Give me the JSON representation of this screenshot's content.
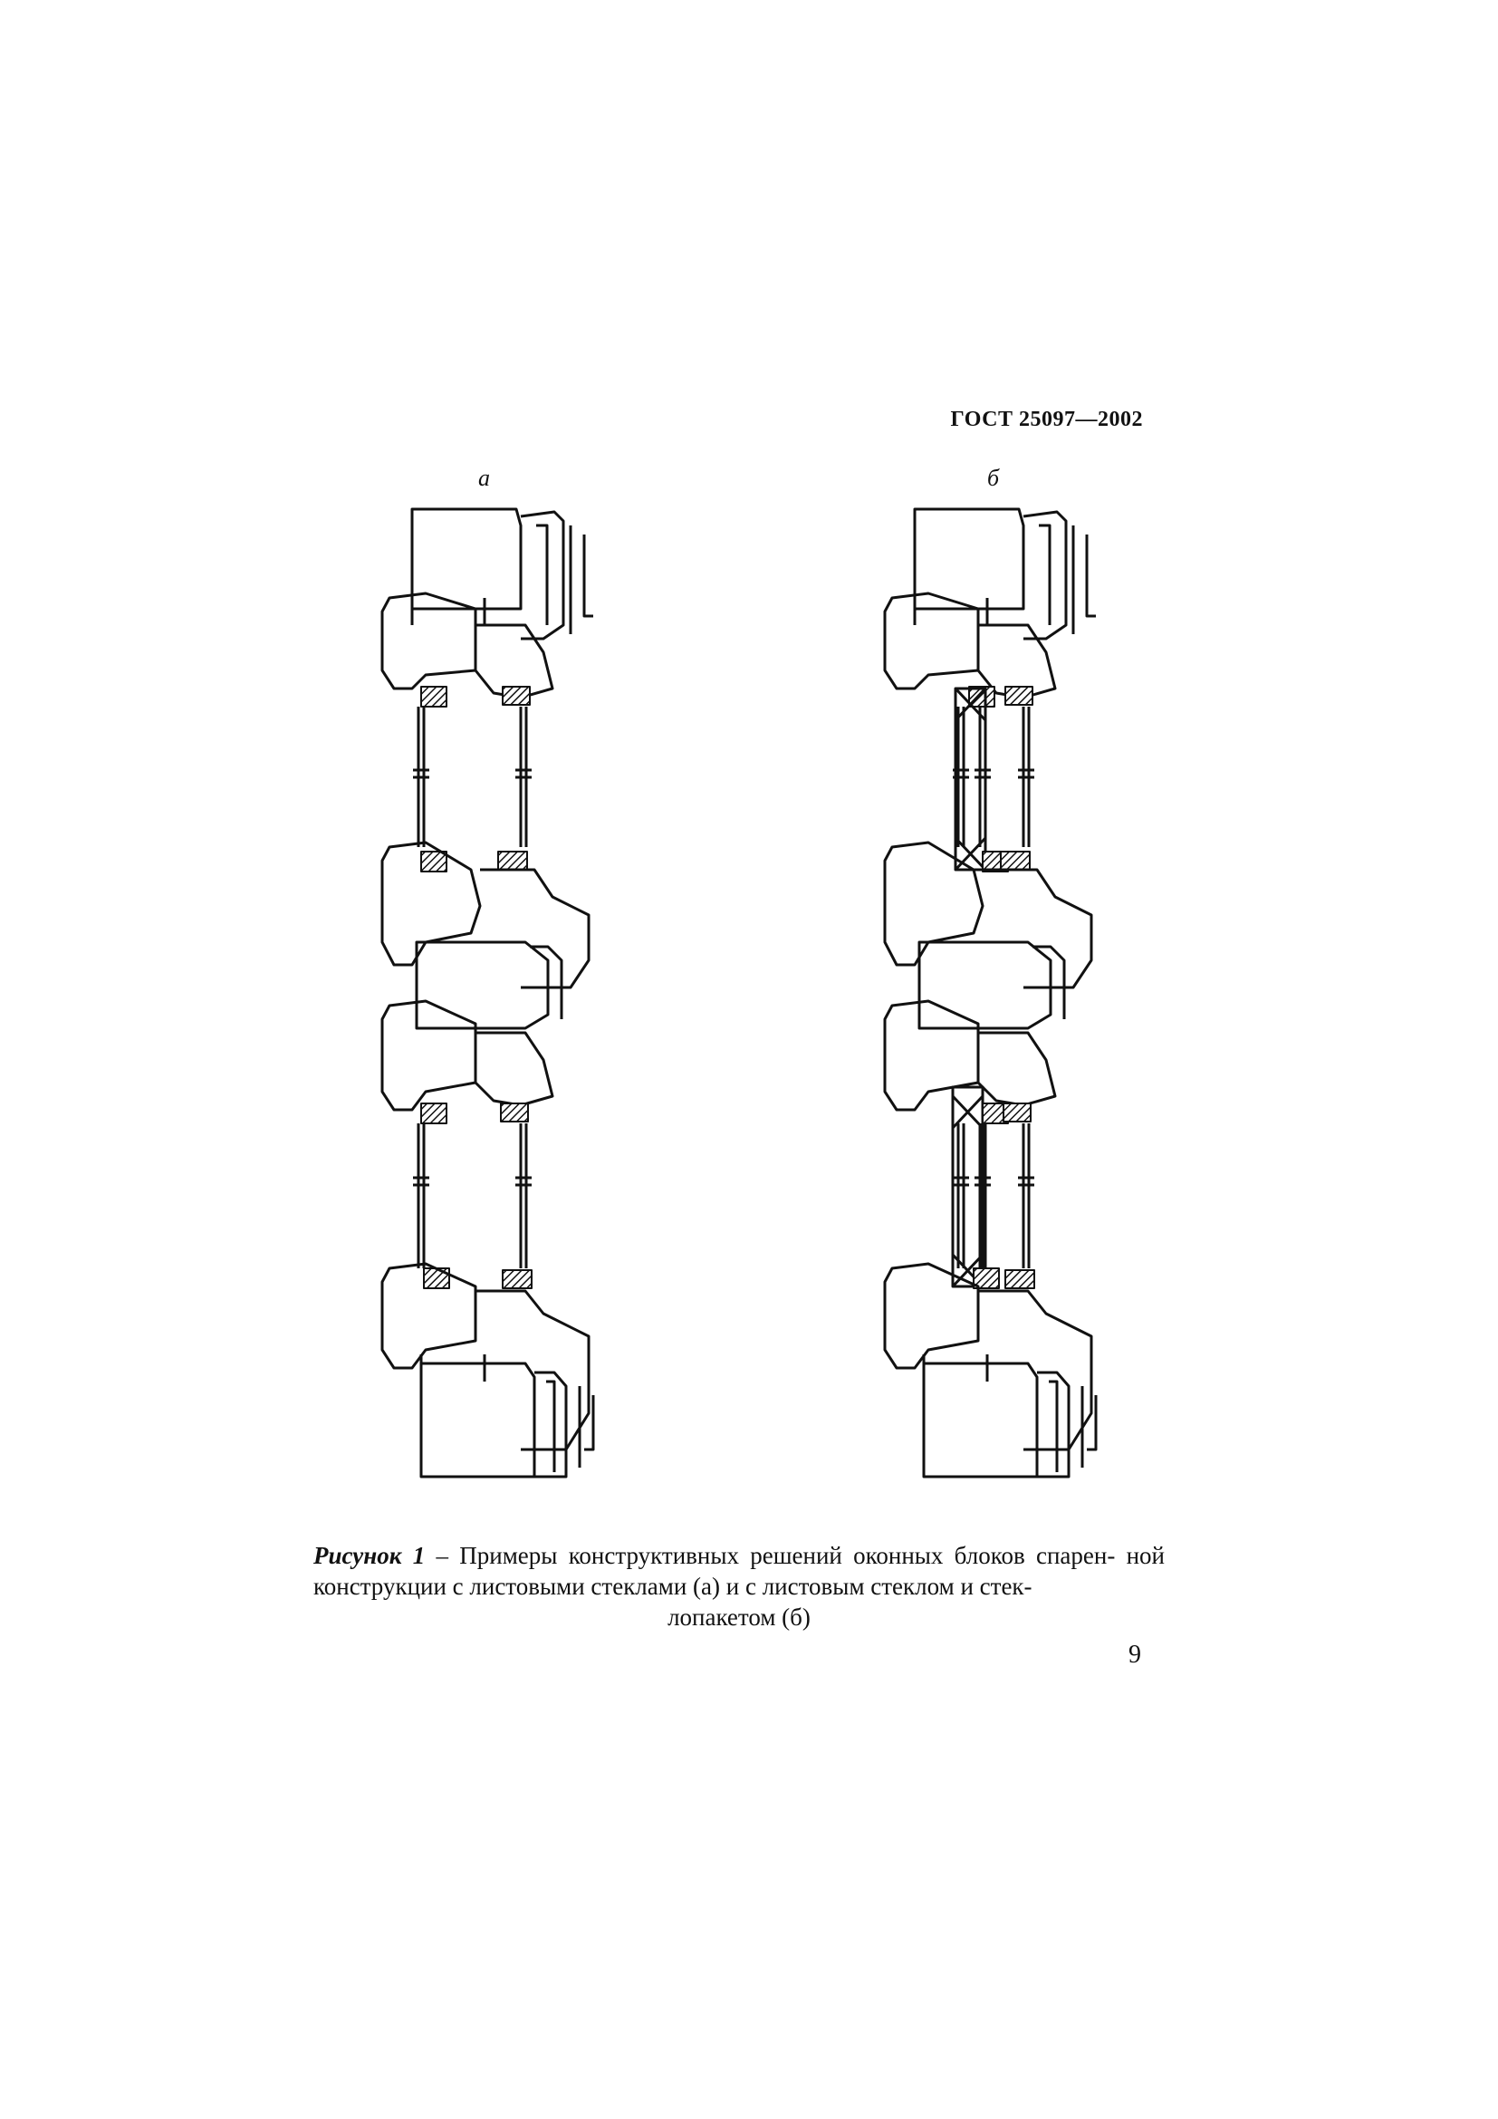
{
  "header": {
    "standard": "ГОСТ 25097—2002"
  },
  "figure": {
    "labels": {
      "a": "а",
      "b": "б"
    },
    "caption": {
      "prefix": "Рисунок 1",
      "line1": " – Примеры конструктивных решений оконных блоков спарен-",
      "line2": "ной конструкции с листовыми стеклами (а) и с листовым стеклом и стек-",
      "line3": "лопакетом (б)"
    }
  },
  "page_number": "9",
  "colors": {
    "ink": "#111111",
    "paper": "#ffffff"
  }
}
